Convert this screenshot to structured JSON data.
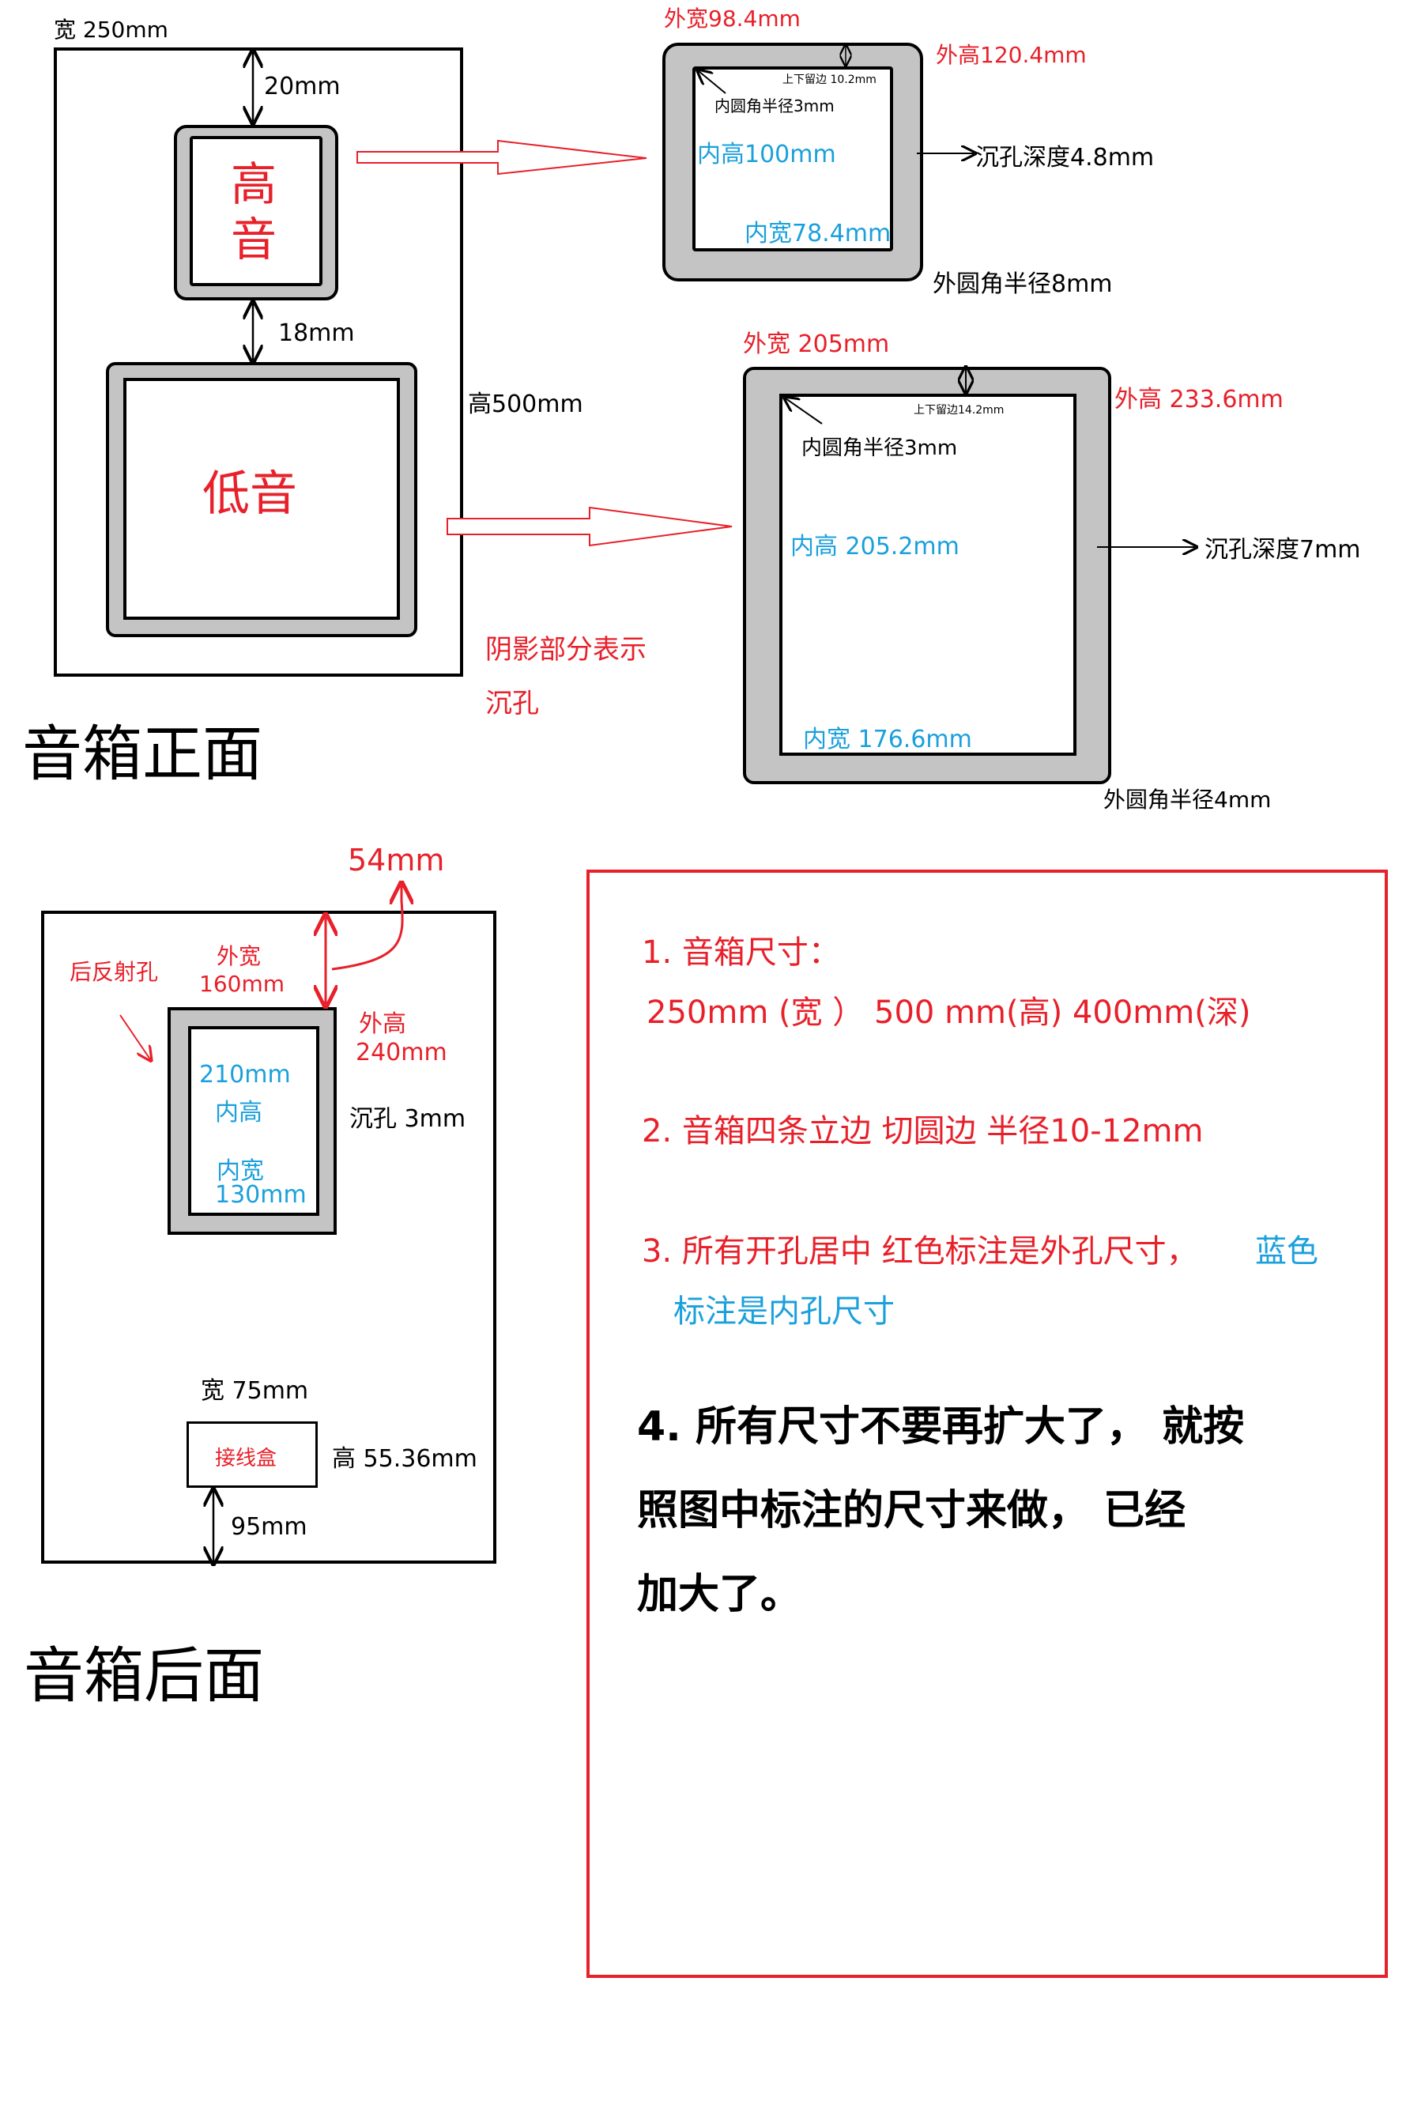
{
  "front": {
    "title": "音箱正面",
    "width_label": "宽 250mm",
    "height_label": "高500mm",
    "gap_top": "20mm",
    "gap_mid": "18mm",
    "tweeter_label_1": "高",
    "tweeter_label_2": "音",
    "woofer_label": "低音",
    "shade_note_1": "阴影部分表示",
    "shade_note_2": "沉孔"
  },
  "tweeter_detail": {
    "outer_width": "外宽98.4mm",
    "outer_height": "外高120.4mm",
    "margin": "上下留边 10.2mm",
    "inner_radius": "内圆角半径3mm",
    "inner_height": "内高100mm",
    "inner_width": "内宽78.4mm",
    "depth": "沉孔深度4.8mm",
    "outer_radius": "外圆角半径8mm"
  },
  "woofer_detail": {
    "outer_width": "外宽 205mm",
    "outer_height": "外高 233.6mm",
    "margin": "上下留边14.2mm",
    "inner_radius": "内圆角半径3mm",
    "inner_height": "内高 205.2mm",
    "inner_width": "内宽 176.6mm",
    "depth": "沉孔深度7mm",
    "outer_radius": "外圆角半径4mm"
  },
  "back": {
    "title": "音箱后面",
    "top_gap": "54mm",
    "port_label": "后反射孔",
    "outer_width_1": "外宽",
    "outer_width_2": "160mm",
    "outer_height_1": "外高",
    "outer_height_2": "240mm",
    "inner_height_1": "210mm",
    "inner_height_2": "内高",
    "inner_width_1": "内宽",
    "inner_width_2": "130mm",
    "counterbore": "沉孔 3mm",
    "terminal_width": "宽 75mm",
    "terminal_label": "接线盒",
    "terminal_height": "高 55.36mm",
    "bottom_gap": "95mm"
  },
  "notes": {
    "n1": "1. 音箱尺寸：",
    "n1b": "250mm (宽 ）  500 mm(高)    400mm(深)",
    "n2": "2. 音箱四条立边  切圆边      半径10-12mm",
    "n3a": "3. 所有开孔居中  红色标注是外孔尺寸，",
    "n3b": "蓝色",
    "n3c": "标注是内孔尺寸",
    "n4a": "4. 所有尺寸不要再扩大了， 就按",
    "n4b": "照图中标注的尺寸来做，      已经",
    "n4c": "加大了。"
  },
  "colors": {
    "red": "#e8202a",
    "blue": "#1aa0dc",
    "gray": "#c4c4c4"
  }
}
